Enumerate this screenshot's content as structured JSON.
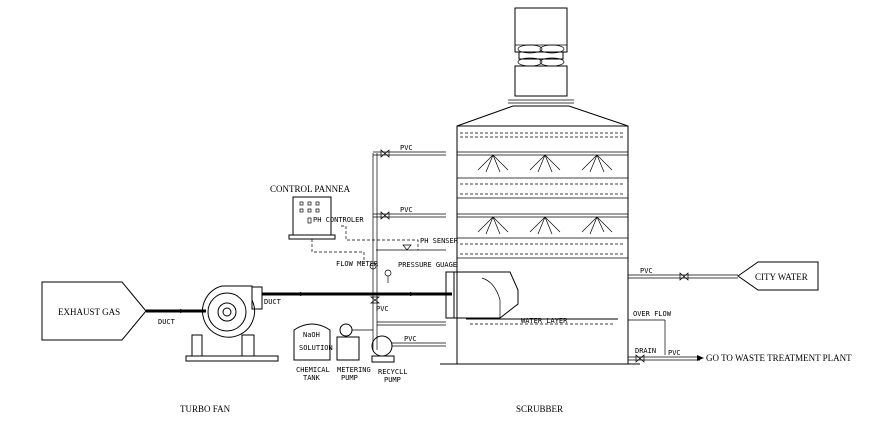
{
  "labels": {
    "exhaust_gas": "EXHAUST GAS",
    "duct_left": "DUCT",
    "duct_right": "DUCT",
    "turbo_fan": "TURBO FAN",
    "control_panel": "CONTROL PANNEA",
    "ph_controller": "PH CONTROLER",
    "ph_sensor": "PH SENSER",
    "flow_meter": "FLOW METER",
    "pressure_gauge": "PRESSURE GUAGE",
    "naoh": "NaOH",
    "solution": "SOLUTION",
    "chemical": "CHEMICAL",
    "tank": "TANK",
    "metering": "METERING",
    "pump_metering": "PUMP",
    "recycle": "RECYCLL",
    "pump_recycle": "PUMP",
    "pvc_top": "PVC",
    "pvc_mid": "PVC",
    "pvc_recycle_up": "PVC",
    "pvc_recycle": "PVC",
    "pvc_city": "PVC",
    "pvc_drain": "PVC",
    "water_layer": "WATER LAYER",
    "scrubber": "SCRUBBER",
    "city_water": "CITY WATER",
    "over_flow": "OVER FLOW",
    "drain": "DRAIN",
    "waste": "GO TO WASTE TREATMENT PLANT"
  }
}
